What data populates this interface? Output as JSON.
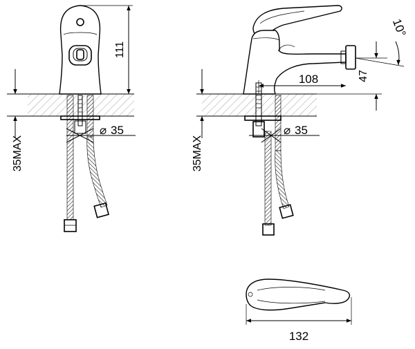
{
  "dimensions": {
    "front_height": "111",
    "front_hole_diameter": "35",
    "front_max_thickness": "35MAX",
    "side_spout_reach": "108",
    "side_spout_height": "47",
    "side_angle": "10°",
    "side_hole_diameter": "35",
    "side_max_thickness": "35MAX",
    "handle_length": "132"
  },
  "symbols": {
    "diameter": "⌀"
  },
  "colors": {
    "line": "#000000",
    "background": "#ffffff"
  }
}
